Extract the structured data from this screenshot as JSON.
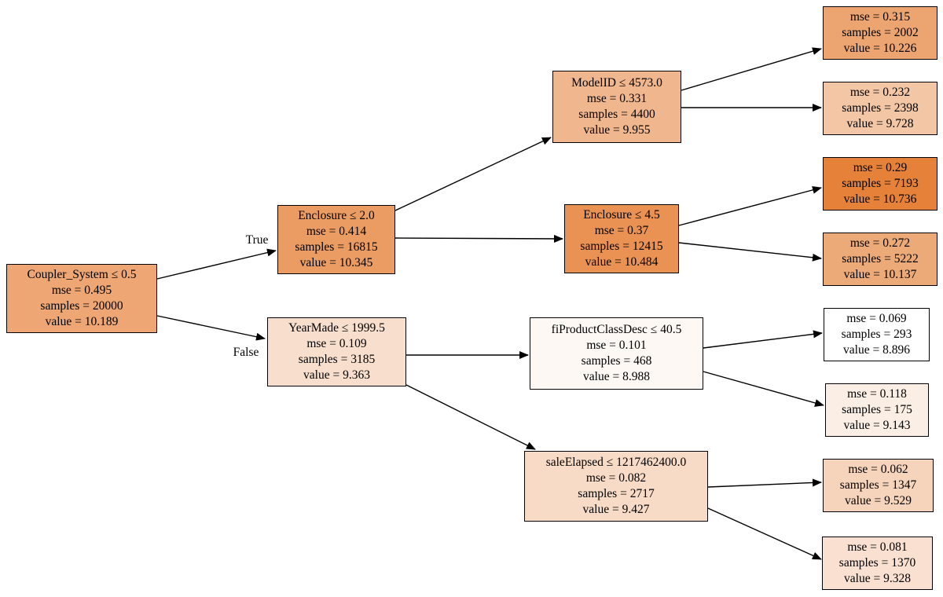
{
  "diagram_type": "decision-tree",
  "background": "#ffffff",
  "edge_labels": {
    "true_label": "True",
    "false_label": "False"
  },
  "nodes": {
    "root": {
      "condition": "Coupler_System ≤ 0.5",
      "mse": "mse = 0.495",
      "samples": "samples = 20000",
      "value": "value = 10.189",
      "fill": "#eda674"
    },
    "enclosure_2": {
      "condition": "Enclosure ≤ 2.0",
      "mse": "mse = 0.414",
      "samples": "samples = 16815",
      "value": "value = 10.345",
      "fill": "#eb9c63"
    },
    "year_made": {
      "condition": "YearMade ≤ 1999.5",
      "mse": "mse = 0.109",
      "samples": "samples = 3185",
      "value": "value = 9.363",
      "fill": "#f8dfcd"
    },
    "model_id": {
      "condition": "ModelID ≤ 4573.0",
      "mse": "mse = 0.331",
      "samples": "samples = 4400",
      "value": "value = 9.955",
      "fill": "#f0b68d"
    },
    "enclosure_45": {
      "condition": "Enclosure ≤ 4.5",
      "mse": "mse = 0.37",
      "samples": "samples = 12415",
      "value": "value = 10.484",
      "fill": "#e99254"
    },
    "fi_product_class_desc": {
      "condition": "fiProductClassDesc ≤ 40.5",
      "mse": "mse = 0.101",
      "samples": "samples = 468",
      "value": "value = 8.988",
      "fill": "#fdf8f4"
    },
    "sale_elapsed": {
      "condition": "saleElapsed ≤ 1217462400.0",
      "mse": "mse = 0.082",
      "samples": "samples = 2717",
      "value": "value = 9.427",
      "fill": "#f7dbc6"
    },
    "leaf_1": {
      "mse": "mse = 0.315",
      "samples": "samples = 2002",
      "value": "value = 10.226",
      "fill": "#eca470"
    },
    "leaf_2": {
      "mse": "mse = 0.232",
      "samples": "samples = 2398",
      "value": "value = 9.728",
      "fill": "#f3c6a5"
    },
    "leaf_3": {
      "mse": "mse = 0.29",
      "samples": "samples = 7193",
      "value": "value = 10.736",
      "fill": "#e58139"
    },
    "leaf_4": {
      "mse": "mse = 0.272",
      "samples": "samples = 5222",
      "value": "value = 10.137",
      "fill": "#edaa79"
    },
    "leaf_5": {
      "mse": "mse = 0.069",
      "samples": "samples = 293",
      "value": "value = 8.896",
      "fill": "#ffffff"
    },
    "leaf_6": {
      "mse": "mse = 0.118",
      "samples": "samples = 175",
      "value": "value = 9.143",
      "fill": "#fbeee4"
    },
    "leaf_7": {
      "mse": "mse = 0.062",
      "samples": "samples = 1347",
      "value": "value = 9.529",
      "fill": "#f6d4bb"
    },
    "leaf_8": {
      "mse": "mse = 0.081",
      "samples": "samples = 1370",
      "value": "value = 9.328",
      "fill": "#f9e0d0"
    }
  }
}
